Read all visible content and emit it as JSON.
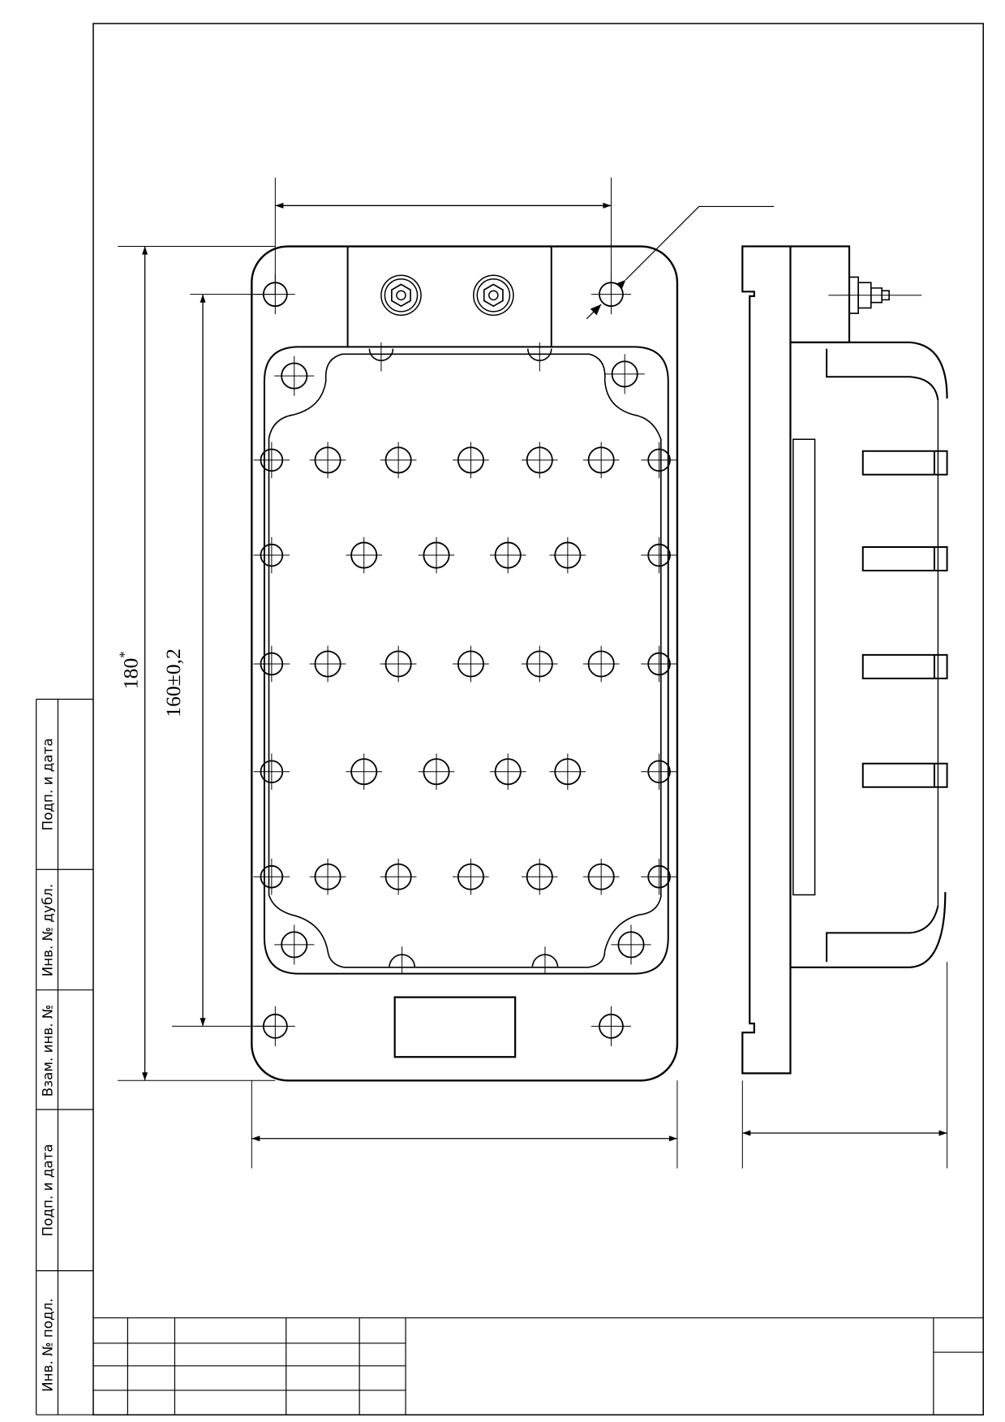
{
  "drawing": {
    "dimensions": {
      "overall_height": "180",
      "overall_height_mark": "*",
      "hole_spacing": "160±0,2"
    },
    "side_stamp": [
      {
        "label": "Инв. № подл."
      },
      {
        "label": "Подп. и дата"
      },
      {
        "label": "Взам. инв. №"
      },
      {
        "label": "Инв. № дубл."
      },
      {
        "label": "Подп. и дата"
      }
    ]
  }
}
